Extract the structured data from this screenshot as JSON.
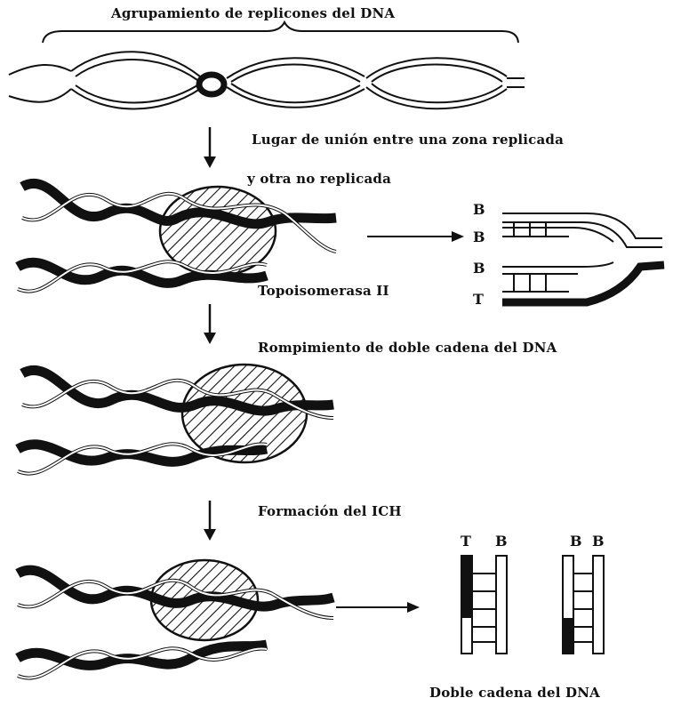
{
  "labels": {
    "title": "Agrupamiento de replicones del DNA",
    "junction_line1": "Lugar de unión entre una zona replicada",
    "junction_line2": "y otra no replicada",
    "topoisomerase": "Topoisomerasa II",
    "break": "Rompimiento de doble cadena del DNA",
    "formation": "Formación del ICH",
    "double_strand": "Doble cadena del DNA"
  },
  "fork_strands": {
    "top_pair": [
      "B",
      "B"
    ],
    "bottom_pair": [
      "B",
      "T"
    ]
  },
  "result_strands": {
    "left": [
      "T",
      "B"
    ],
    "right": [
      "B",
      "B"
    ]
  }
}
